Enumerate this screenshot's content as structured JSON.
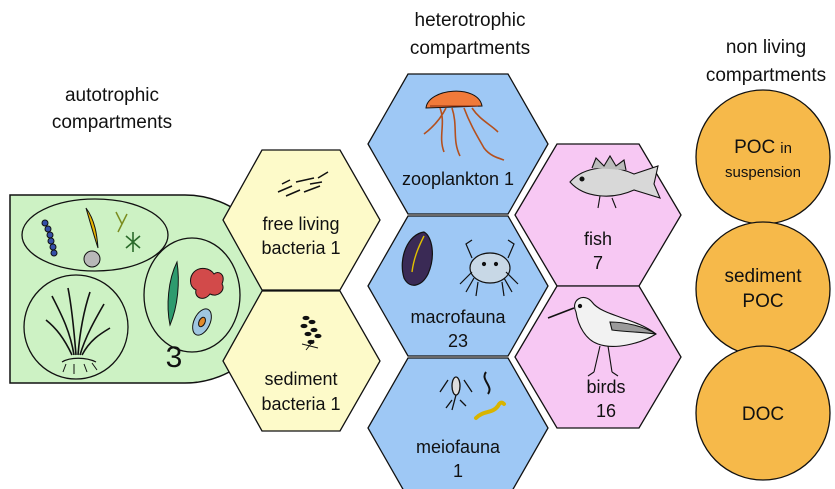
{
  "headings": {
    "autotrophic": [
      "autotrophic",
      "compartments"
    ],
    "heterotrophic": [
      "heterotrophic",
      "compartments"
    ],
    "nonliving": [
      "non living",
      "compartments"
    ]
  },
  "autotrophic_count": "3",
  "bacteria": {
    "free_living": [
      "free living",
      "bacteria 1"
    ],
    "sediment": [
      "sediment",
      "bacteria 1"
    ]
  },
  "heterotrophs": {
    "zooplankton": [
      "zooplankton 1"
    ],
    "macrofauna": [
      "macrofauna",
      "23"
    ],
    "meiofauna": [
      "meiofauna",
      "1"
    ],
    "fish": [
      "fish",
      "7"
    ],
    "birds": [
      "birds",
      "16"
    ]
  },
  "nonliving": {
    "poc_suspension": {
      "main": "POC",
      "small_inline": "in",
      "small_line2": "suspension"
    },
    "sediment_poc": [
      "sediment",
      "POC"
    ],
    "doc": "DOC"
  },
  "colors": {
    "autotroph_fill": "#cdf2c4",
    "bacteria_fill": "#fdfac9",
    "blue_fill": "#9ec8f5",
    "pink_fill": "#f7c8f3",
    "orange_fill": "#f6b94a",
    "outline": "#111111"
  },
  "icons": [
    "phytoplankton-icon",
    "seagrass-icon",
    "macroalgae-icon",
    "bacteria-icon",
    "jellyfish-icon",
    "mussel-icon",
    "crab-icon",
    "copepod-icon",
    "worm-icon",
    "fish-icon",
    "sandpiper-icon"
  ]
}
